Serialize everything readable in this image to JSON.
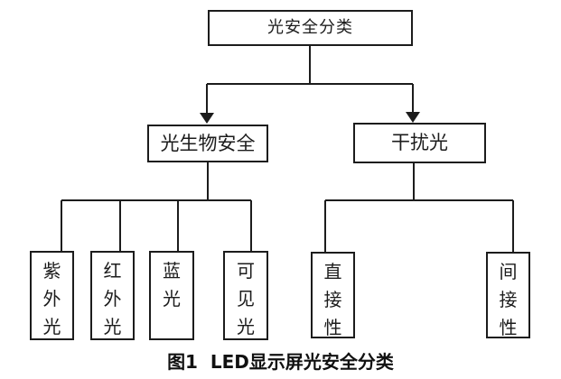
{
  "diagram": {
    "background_color": "#ffffff",
    "line_color": "#1c1c1c",
    "edge_styles": {
      "root_to_level2": "solid-arrowhead",
      "level2_to_leaves": "plain-line"
    },
    "tree": {
      "label": "光安全分类",
      "children": [
        {
          "label": "光生物安全",
          "children": [
            {
              "label": "紫外光"
            },
            {
              "label": "红外光"
            },
            {
              "label": "蓝光"
            },
            {
              "label": "可见光"
            }
          ]
        },
        {
          "label": "干扰光",
          "children": [
            {
              "label": "直接性"
            },
            {
              "label": "间接性"
            }
          ]
        }
      ]
    },
    "caption": "图1  LED显示屏光安全分类"
  }
}
